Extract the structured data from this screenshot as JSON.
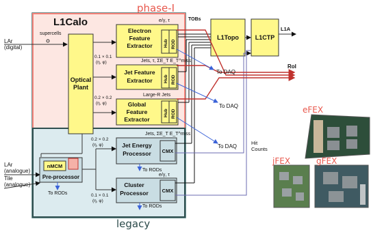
{
  "annotations": {
    "phase1": "phase-I",
    "legacy": "legacy"
  },
  "inputs": {
    "lar_digital": [
      "LAr",
      "(digital)"
    ],
    "lar_analogue": [
      "LAr",
      "(analogue)"
    ],
    "tile_analogue": [
      "Tile",
      "(analogue)"
    ],
    "supercells": "supercells"
  },
  "l1calo": {
    "title": "L1Calo",
    "optical_plant": [
      "Optical",
      "Plant"
    ],
    "efex": {
      "lines": [
        "Electron",
        "Feature",
        "Extractor"
      ],
      "hub": "Hub",
      "rod": "ROD",
      "label": "e/γ, τ",
      "gran": [
        "0.1 × 0.1",
        "(η, φ)"
      ]
    },
    "jfex": {
      "lines": [
        "Jet Feature",
        "Extractor"
      ],
      "hub": "Hub",
      "rod": "ROD",
      "label": "Jets, τ, ΣE_T E_T^miss",
      "gran": [
        "0.2 × 0.2",
        "(η, φ)"
      ]
    },
    "gfex": {
      "lines": [
        "Global",
        "Feature",
        "Extractor"
      ],
      "hub": "Hub",
      "rod": "ROD",
      "label": "Large-R Jets"
    },
    "jep": {
      "lines": [
        "Jet Energy",
        "Processor"
      ],
      "cmx": "CMX",
      "label": "Jets, ΣE_T E_T^miss",
      "gran": [
        "0.2 × 0.2",
        "(η, φ)"
      ]
    },
    "cp": {
      "lines": [
        "Cluster",
        "Processor"
      ],
      "cmx": "CMX",
      "label": "e/γ, τ",
      "gran": [
        "0.1 × 0.1",
        "(η, φ)"
      ]
    },
    "preproc": {
      "nmcm": "nMCM",
      "label": "Pre-processor"
    }
  },
  "to_daq": "To DAQ",
  "to_rods": "To RODs",
  "tobs": "TOBs",
  "l1topo": "L1Topo",
  "l1ctp": "L1CTP",
  "l1a": "L1A",
  "roi": "RoI",
  "hit_counts": [
    "Hit",
    "Counts"
  ],
  "photo_labels": {
    "efex": "eFEX",
    "jfex": "jFEX",
    "gfex": "gFEX"
  },
  "colors": {
    "phase_box": "#f5837a",
    "legacy_box": "#2f4f4f",
    "block_yellow": "#fff88a",
    "legacy_fill": "#c9dde3",
    "daq_arrow": "#3a62d8",
    "roi_arrow": "#c0322e"
  }
}
